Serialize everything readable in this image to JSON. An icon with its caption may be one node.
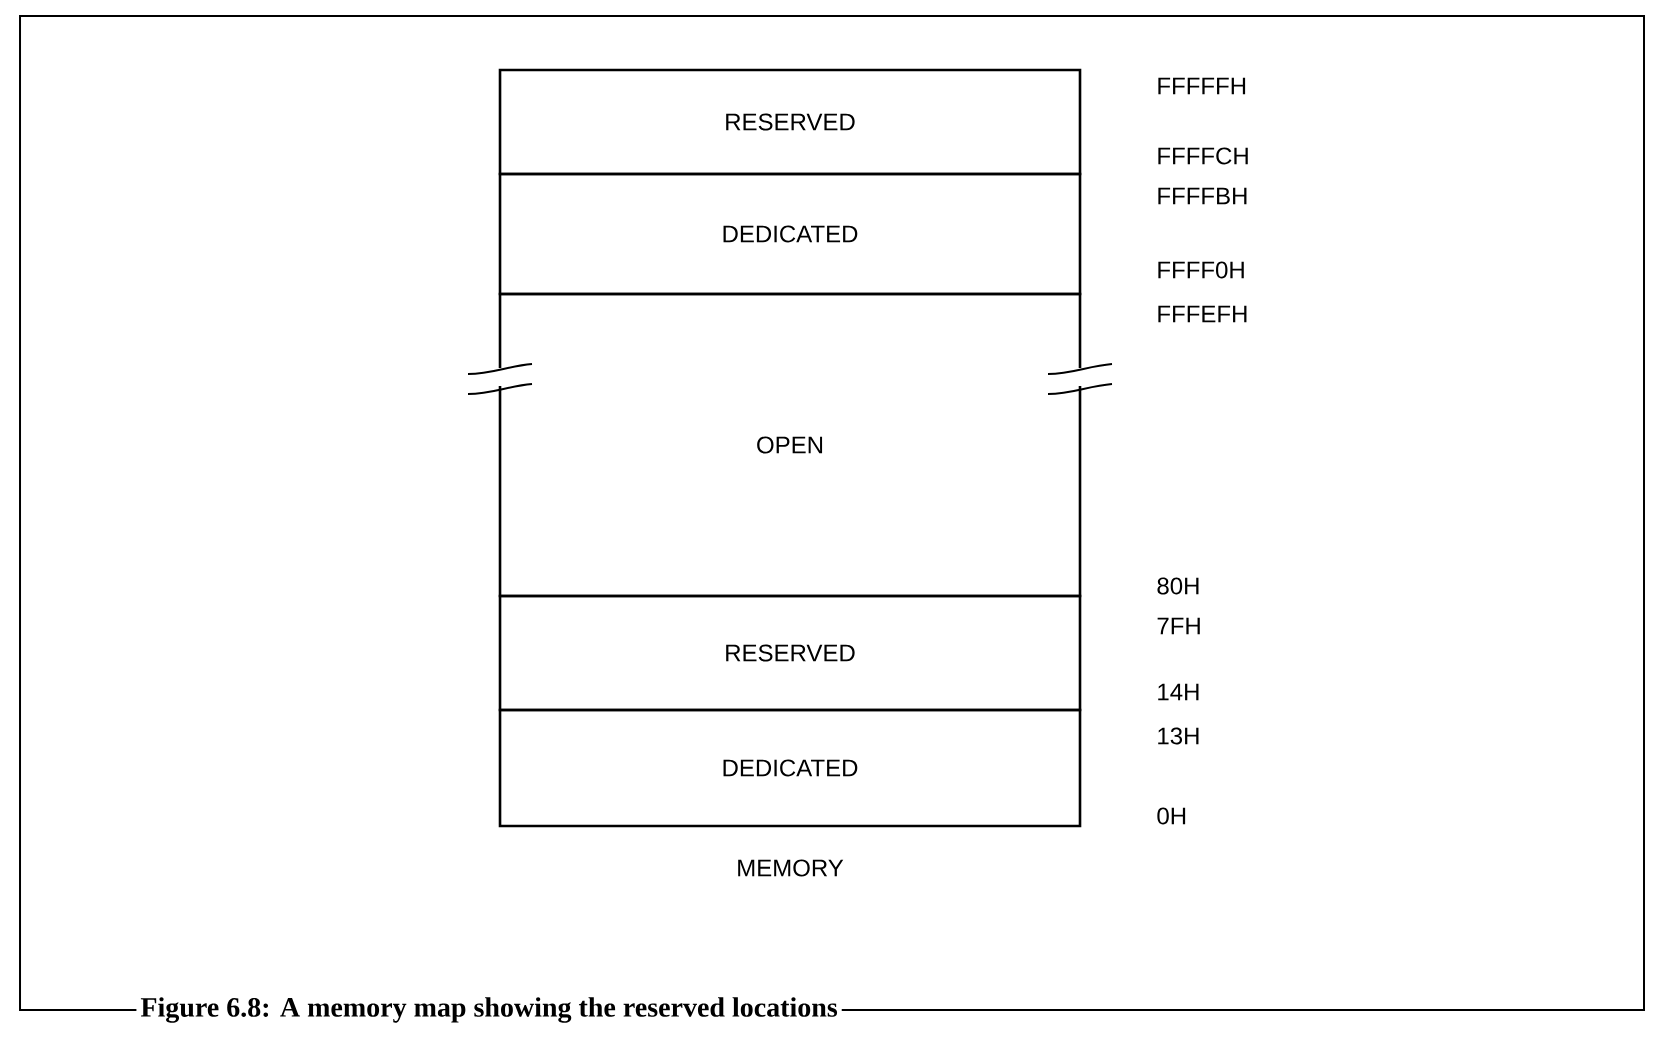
{
  "diagram": {
    "caption": "Figure 6.8: A memory map showing the reserved locations",
    "nodes": [
      {
        "text": [
          "RESERVED"
        ]
      },
      {
        "text": [
          "DEDICATED"
        ]
      },
      {
        "text": [
          "OPEN"
        ]
      },
      {
        "text": [
          "RESERVED"
        ]
      },
      {
        "text": [
          "DEDICATED"
        ]
      }
    ],
    "labels": [
      "FFFFFH",
      "FFFFCH",
      "FFFFBH",
      "FFFF0H",
      "FFFEFH",
      "80H",
      "7FH",
      "14H",
      "13H",
      "0H",
      "MEMORY"
    ]
  }
}
